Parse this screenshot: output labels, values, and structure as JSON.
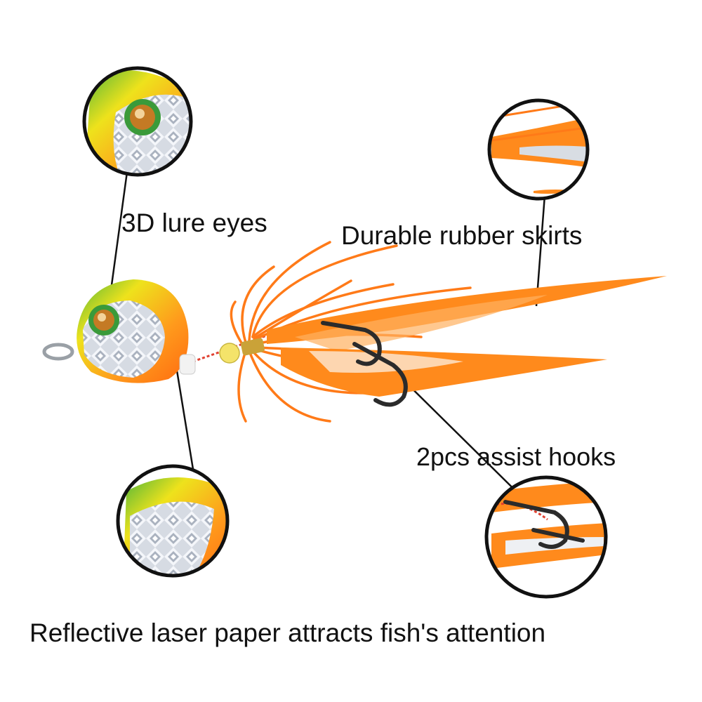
{
  "labels": {
    "eyes": "3D lure eyes",
    "skirts": "Durable rubber skirts",
    "hooks": "2pcs assist hooks",
    "paper": "Reflective laser paper attracts fish's attention"
  },
  "colors": {
    "skirt_orange": "#ff8a1c",
    "head_orange": "#ff7a1a",
    "head_yellow": "#f2e61c",
    "head_green": "#3aa83a",
    "laser_silver": "#cfd4dc",
    "hook_dark": "#2b2b2b",
    "callout_line": "#111111"
  },
  "icons": [
    "lure-head",
    "lure-eye",
    "rubber-skirt",
    "assist-hook",
    "split-ring",
    "glow-bead"
  ]
}
